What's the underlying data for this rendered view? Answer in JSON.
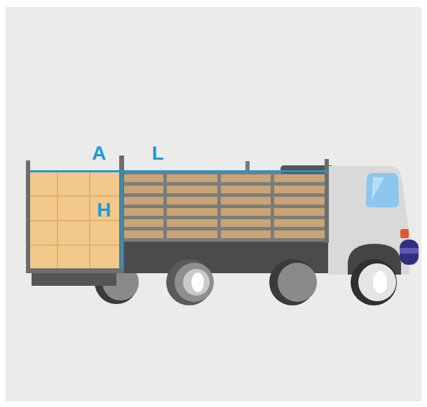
{
  "diagram": {
    "labels": [
      "A",
      "L",
      "H"
    ]
  }
}
